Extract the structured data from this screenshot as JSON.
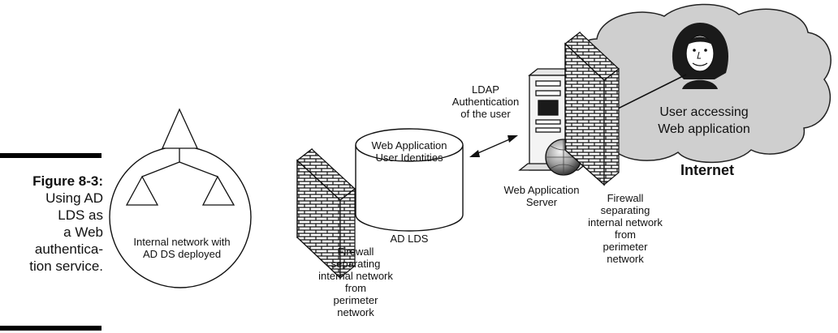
{
  "figure": {
    "number": "Figure 8-3:",
    "caption": "Using AD\nLDS as\na Web\nauthentica-\ntion service."
  },
  "internal_network": {
    "label": "Internal network with AD DS deployed"
  },
  "firewall_internal": {
    "label": "Firewall\nseparating\ninternal network\nfrom\nperimeter\nnetwork"
  },
  "ad_lds": {
    "store_label": "Web Application\nUser Identities",
    "name": "AD LDS"
  },
  "ldap": {
    "label": "LDAP\nAuthentication\nof the user"
  },
  "web_server": {
    "label": "Web Application\nServer"
  },
  "firewall_perimeter": {
    "label": "Firewall\nseparating\ninternal network\nfrom\nperimeter\nnetwork"
  },
  "cloud": {
    "user_label": "User accessing\nWeb application",
    "name": "Internet"
  }
}
